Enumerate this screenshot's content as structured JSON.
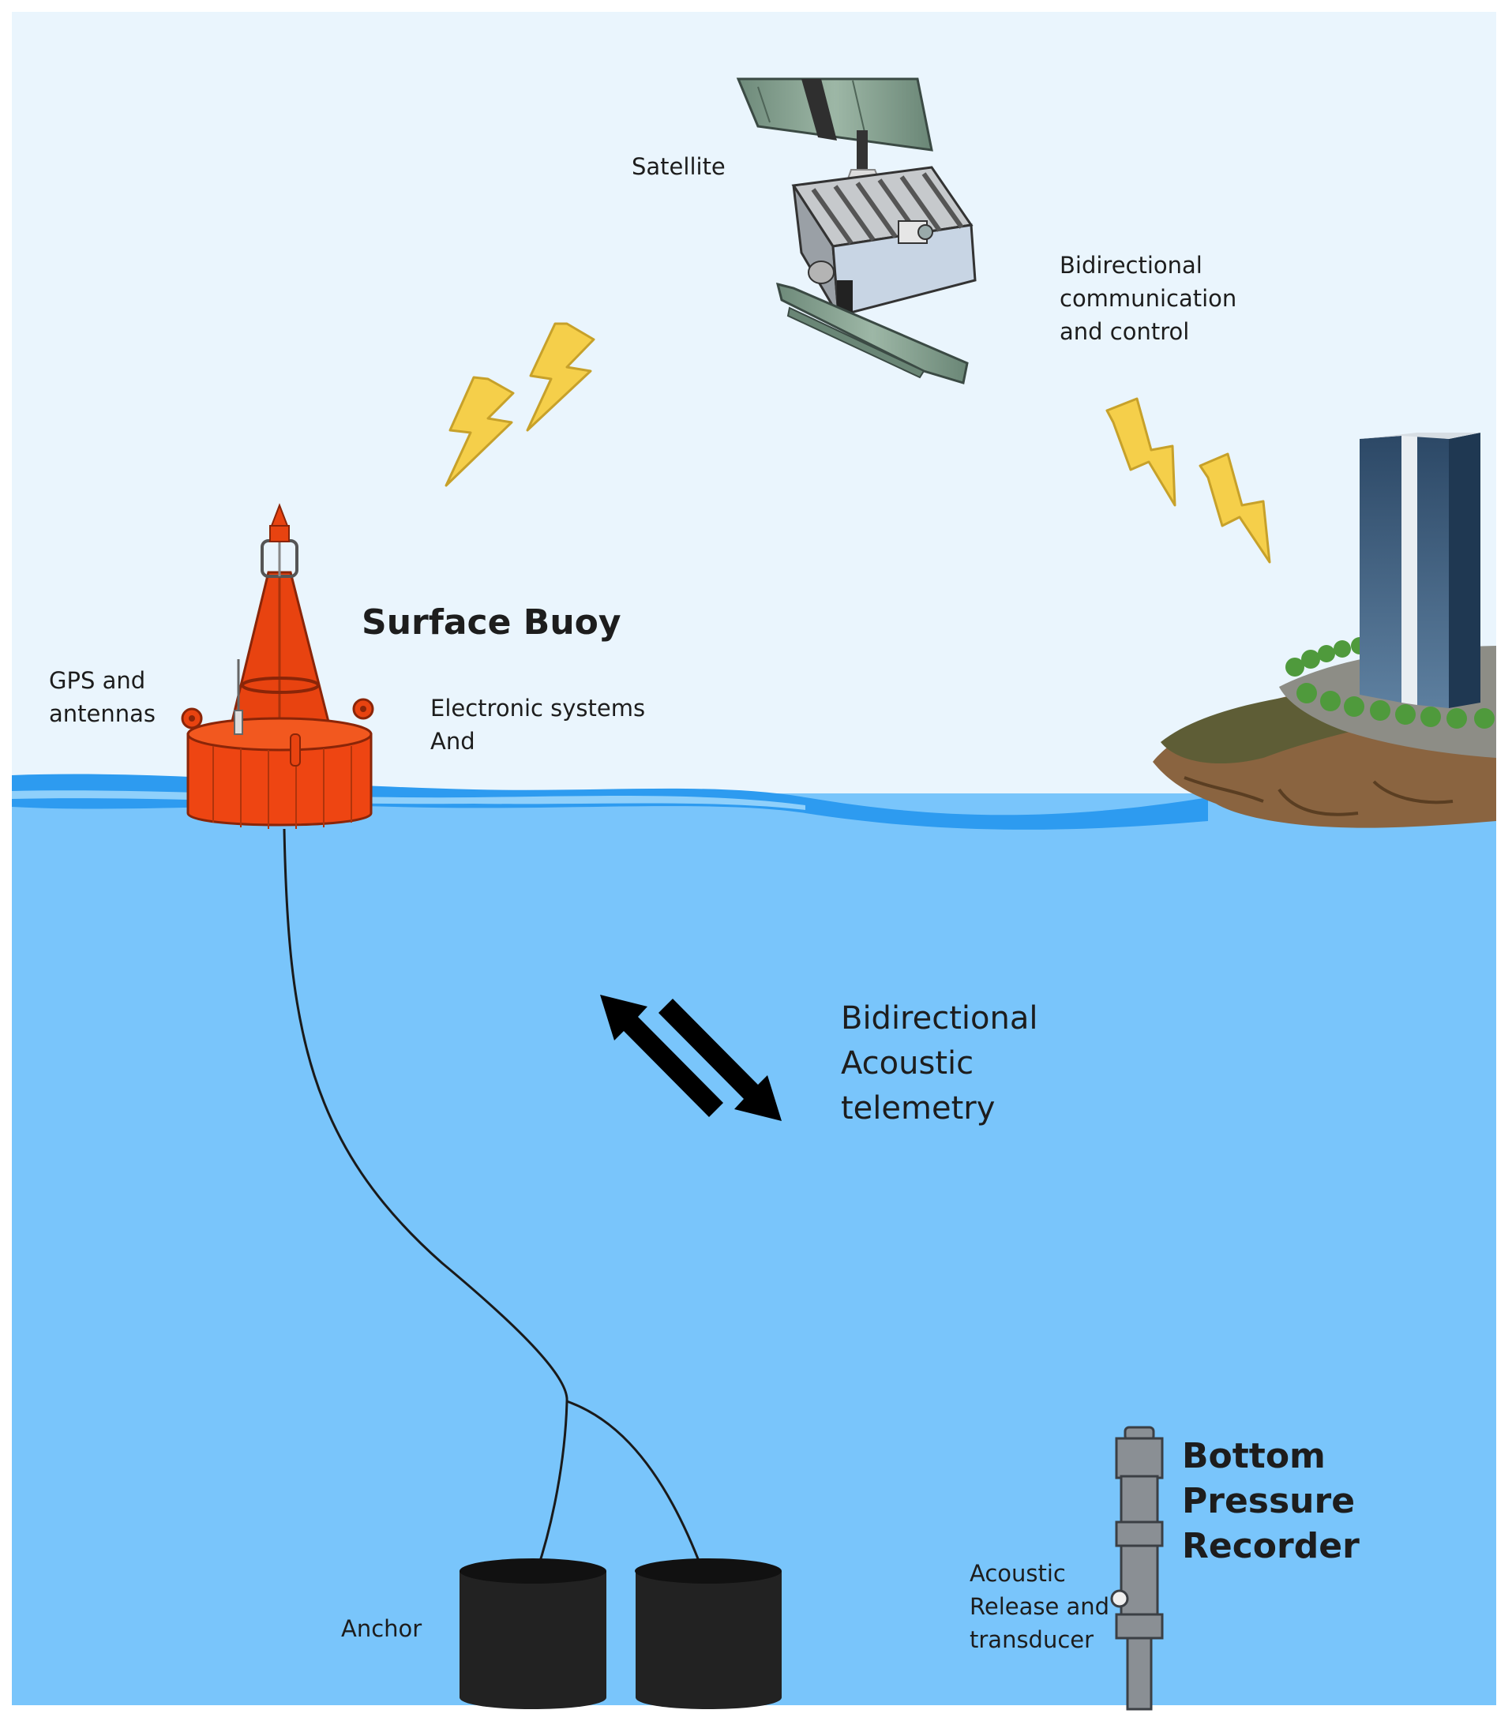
{
  "labels": {
    "satellite": "Satellite",
    "bidirectional_comm": "Bidirectional\ncommunication\nand control",
    "surface_buoy": "Surface Buoy",
    "gps": "GPS and\nantennas",
    "electronics": "Electronic systems\nAnd",
    "acoustic_telemetry": "Bidirectional\nAcoustic\ntelemetry",
    "anchor": "Anchor",
    "bpr": "Bottom\nPressure\nRecorder",
    "acoustic_release": "Acoustic\nRelease and\ntransducer"
  },
  "colors": {
    "sky": "#eaf5fd",
    "ocean": "#79c5fb",
    "wave": "#2d9bf0",
    "buoy": "#e8410f",
    "lightning": "#f5cf4a",
    "anchor": "#1f1f1f",
    "building": "#2f4a66",
    "recorder": "#8a8f94"
  }
}
